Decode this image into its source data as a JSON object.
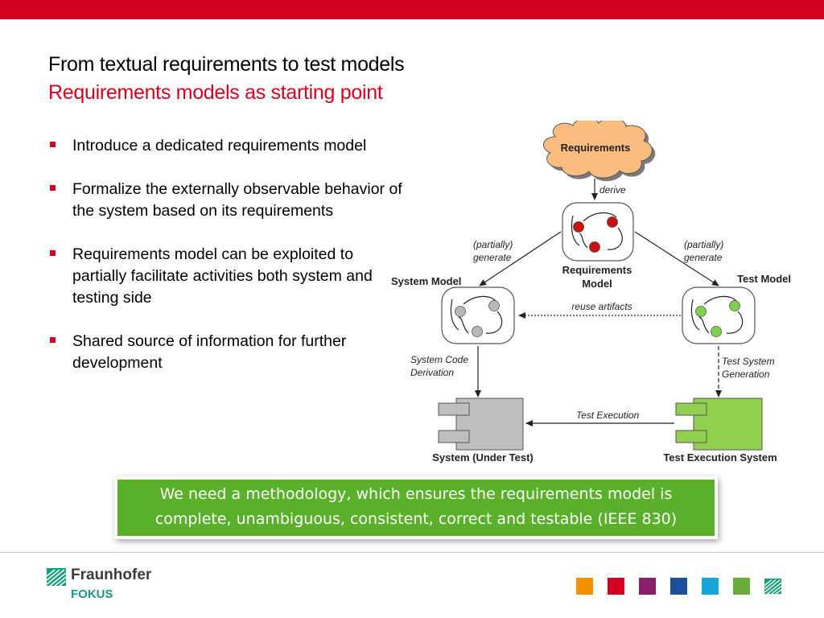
{
  "slide": {
    "title": "From textual requirements to test models",
    "subtitle": "Requirements models as starting point"
  },
  "bullets": [
    "Introduce a dedicated requirements model",
    "Formalize the externally observable behavior of the system based on its requirements",
    "Requirements model can be exploited to partially facilitate activities both system and testing side",
    "Shared source of information for further development"
  ],
  "diagram": {
    "cloud_label": "Requirements",
    "derive_label": "derive",
    "gen_left": [
      "(partially)",
      "generate"
    ],
    "gen_right": [
      "(partially)",
      "generate"
    ],
    "req_model_label": [
      "Requirements",
      "Model"
    ],
    "system_model_label": "System Model",
    "test_model_label": "Test Model",
    "reuse_label": "reuse artifacts",
    "code_derivation_label": [
      "System Code",
      "Derivation"
    ],
    "test_generation_label": [
      "Test System",
      "Generation"
    ],
    "test_execution_label": "Test Execution",
    "sut_label": "System (Under Test)",
    "tes_label": "Test Execution System",
    "colors": {
      "req_state": "#cc1010",
      "sys_state": "#b8b8b8",
      "test_state": "#7fd04e",
      "cloud": "#fbbd7f"
    }
  },
  "callout": {
    "line1": "We need a methodology, which ensures the requirements model is",
    "line2": "complete, unambiguous, consistent, correct and testable (IEEE 830)",
    "bg_color": "#5ab02a"
  },
  "footer": {
    "logo_name": "Fraunhofer",
    "logo_sub": "FOKUS",
    "swatch_colors": [
      "#f39100",
      "#d4001f",
      "#8c1d6e",
      "#1f4e9a",
      "#16a6d9",
      "#6aab3e"
    ]
  }
}
